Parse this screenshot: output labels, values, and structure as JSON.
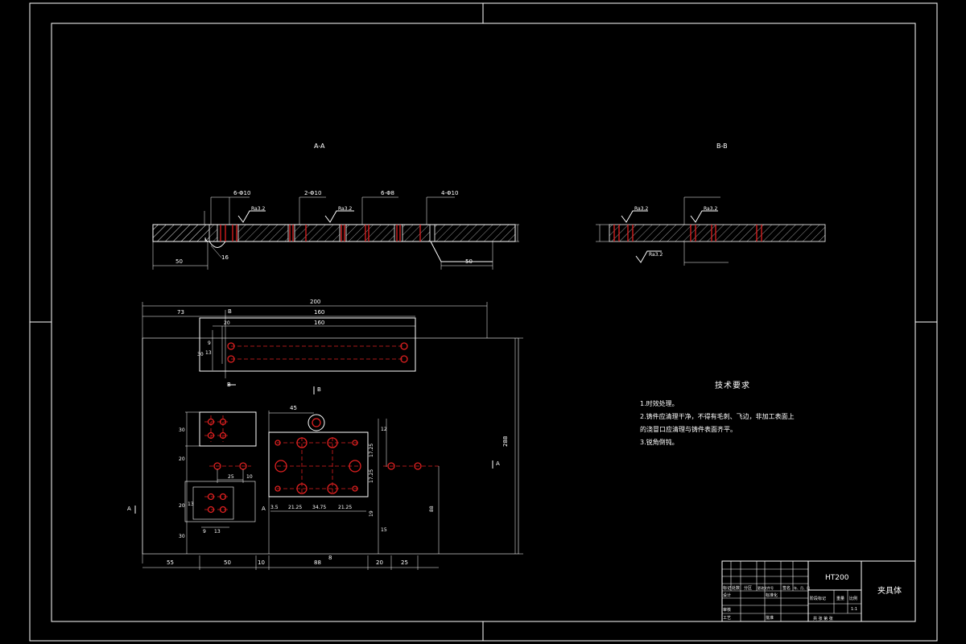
{
  "views": {
    "section_a": "A-A",
    "section_b": "B-B",
    "marker_a": "A",
    "marker_b": "B"
  },
  "dimensions": {
    "overall_width": "200",
    "offset_73": "73",
    "d160a": "160",
    "d160b": "160",
    "d30": "30",
    "d20": "20",
    "d9": "9",
    "d13": "13",
    "d10": "10",
    "d25": "25",
    "d45": "45",
    "d55": "55",
    "d8": "8",
    "height_total": "288",
    "height_side": "88",
    "holes_a": "6-Φ10",
    "holes_b": "2-Φ10",
    "holes_c": "6-Φ8",
    "holes_d": "4-Φ10",
    "roughness": "Ra3.2",
    "sec_50": "50",
    "sec_16": "16",
    "d21_25a": "21.25",
    "d21_25b": "21.25",
    "d34_75": "34.75",
    "d17_25": "17.25",
    "d15": "15",
    "d12": "12",
    "d19": "19",
    "d3_5": "3.5"
  },
  "technical_requirements": {
    "title": "技术要求",
    "items": [
      "1.时效处理。",
      "2.铸件应清理干净，不得有毛刺、飞边，非加工表面上",
      "的浇冒口应清理与铸件表面齐平。",
      "3.锐角倒钝。"
    ]
  },
  "title_block": {
    "material": "HT200",
    "part_name": "夹具体",
    "scale": "1:1",
    "labels": {
      "mark": "标记",
      "count": "处数",
      "zone": "分区",
      "change_no": "更改文件号",
      "sign": "签名",
      "date": "年、月、日",
      "design": "设计",
      "standardize": "标准化",
      "review": "审核",
      "process": "工艺",
      "approve": "批准",
      "stage_mark": "阶段标记",
      "weight": "重量",
      "ratio": "比例",
      "sheets": "共  张  第  张"
    }
  }
}
